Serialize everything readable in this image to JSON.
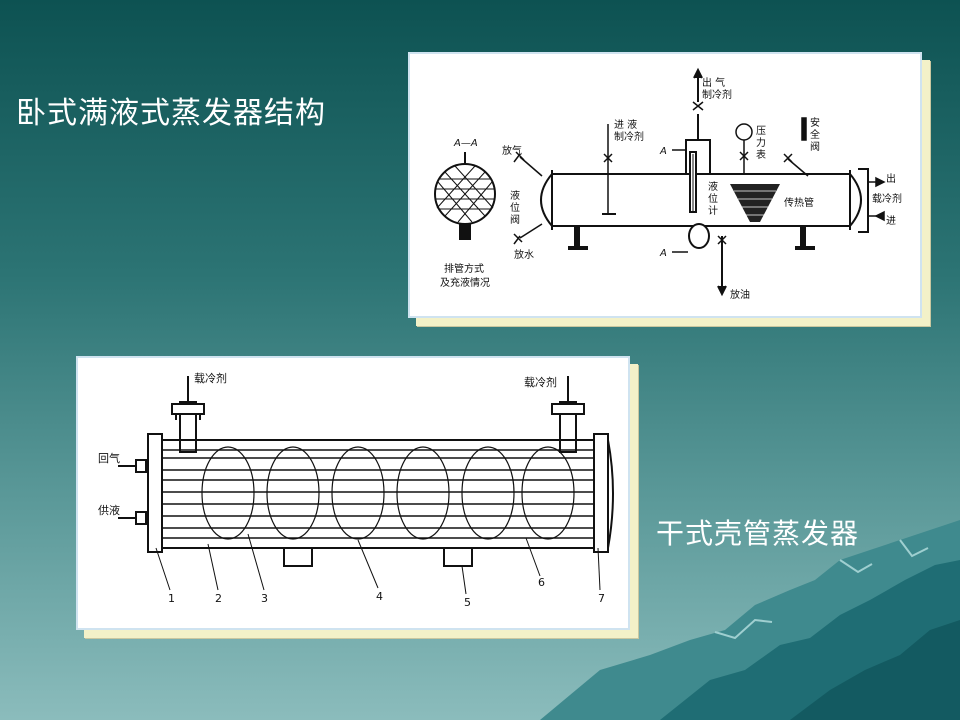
{
  "slide": {
    "title_top": "卧式满液式蒸发器结构",
    "title_bottom": "干式壳管蒸发器"
  },
  "diagram_top": {
    "section_label": "A—A",
    "labels": {
      "gas_out": "出 气",
      "gas_out_2": "制冷剂",
      "liquid_in": "进 液",
      "liquid_in_2": "制冷剂",
      "vent": "放气",
      "level_gauge_left_1": "液",
      "level_gauge_left_2": "位",
      "level_gauge_left_3": "阀",
      "drain_water": "放水",
      "tube_layout_1": "排管方式",
      "tube_layout_2": "及充液情况",
      "level_meter_1": "液",
      "level_meter_2": "位",
      "level_meter_3": "计",
      "pressure_1": "压",
      "pressure_2": "力",
      "pressure_3": "表",
      "safety_1": "安",
      "safety_2": "全",
      "safety_3": "阀",
      "heat_tube": "传热管",
      "brine_out": "出",
      "brine": "载冷剂",
      "brine_in": "进",
      "section_a_top": "A",
      "section_a_bottom": "A",
      "oil_drain": "放油"
    }
  },
  "diagram_bottom": {
    "labels": {
      "brine_left": "载冷剂",
      "brine_right": "载冷剂",
      "return_gas": "回气",
      "supply_liquid": "供液"
    },
    "part_numbers": [
      "1",
      "2",
      "3",
      "4",
      "5",
      "6",
      "7"
    ]
  }
}
